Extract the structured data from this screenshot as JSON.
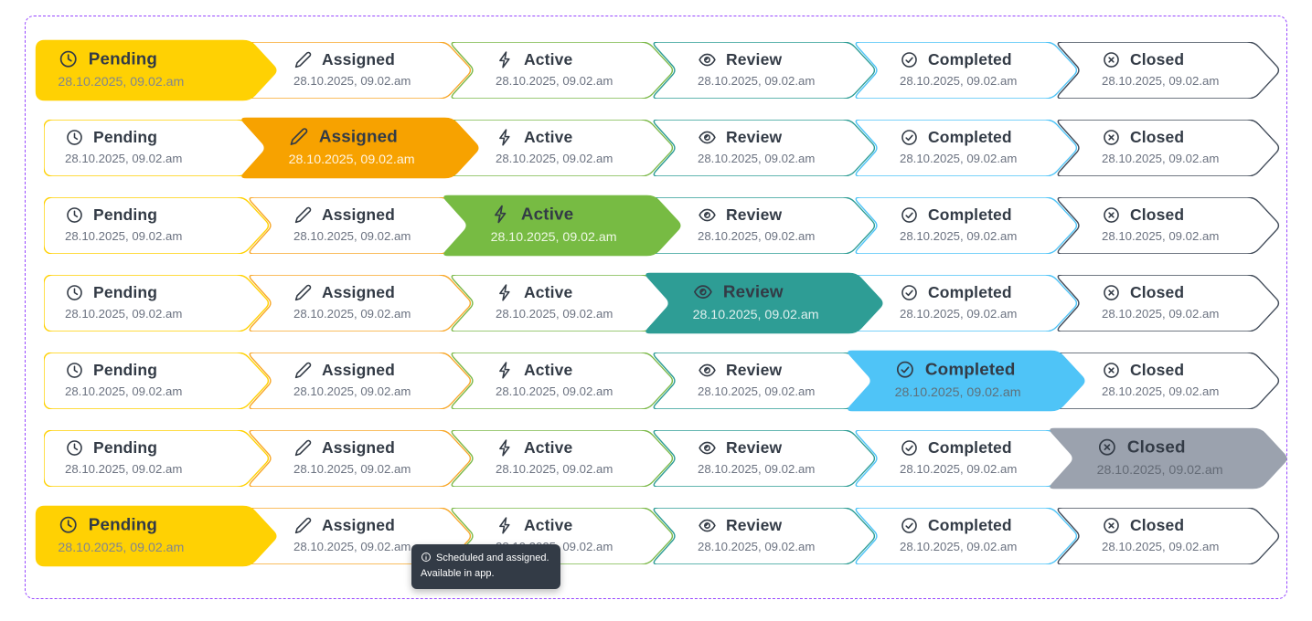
{
  "frame": {
    "border_color": "#9747FF"
  },
  "timestamp_text": "28.10.2025, 09.02.am",
  "steps": [
    {
      "key": "pending",
      "label": "Pending",
      "icon": "clock-icon",
      "fill": "#FFD103",
      "border": "#FFD103",
      "ts_on_fill": "#81868F"
    },
    {
      "key": "assigned",
      "label": "Assigned",
      "icon": "pencil-icon",
      "fill": "#F7A200",
      "border": "#F8A82B",
      "ts_on_fill": "#FFF4E0"
    },
    {
      "key": "active",
      "label": "Active",
      "icon": "bolt-icon",
      "fill": "#77BB43",
      "border": "#7CB94A",
      "ts_on_fill": "#EEF8E4"
    },
    {
      "key": "review",
      "label": "Review",
      "icon": "eye-icon",
      "fill": "#2E9D95",
      "border": "#2E9D95",
      "ts_on_fill": "#DFF0EE"
    },
    {
      "key": "completed",
      "label": "Completed",
      "icon": "check-circle-icon",
      "fill": "#4FC4F7",
      "border": "#4FC4F7",
      "ts_on_fill": "#5E717B"
    },
    {
      "key": "closed",
      "label": "Closed",
      "icon": "x-circle-icon",
      "fill": "#9BA2AE",
      "border": "#414B59",
      "ts_on_fill": "#646B76"
    }
  ],
  "rows": [
    {
      "active_step": "pending"
    },
    {
      "active_step": "assigned"
    },
    {
      "active_step": "active"
    },
    {
      "active_step": "review"
    },
    {
      "active_step": "completed"
    },
    {
      "active_step": "closed"
    },
    {
      "active_step": "pending"
    }
  ],
  "tooltip": {
    "icon": "info-icon",
    "line1": "Scheduled and assigned.",
    "line2": "Available in app."
  },
  "colors": {
    "label_text": "#333B46",
    "timestamp_text": "#6B7280",
    "tooltip_bg": "#333B46",
    "tooltip_text": "#FFFFFF",
    "step_outline_bg": "#FFFFFF"
  }
}
